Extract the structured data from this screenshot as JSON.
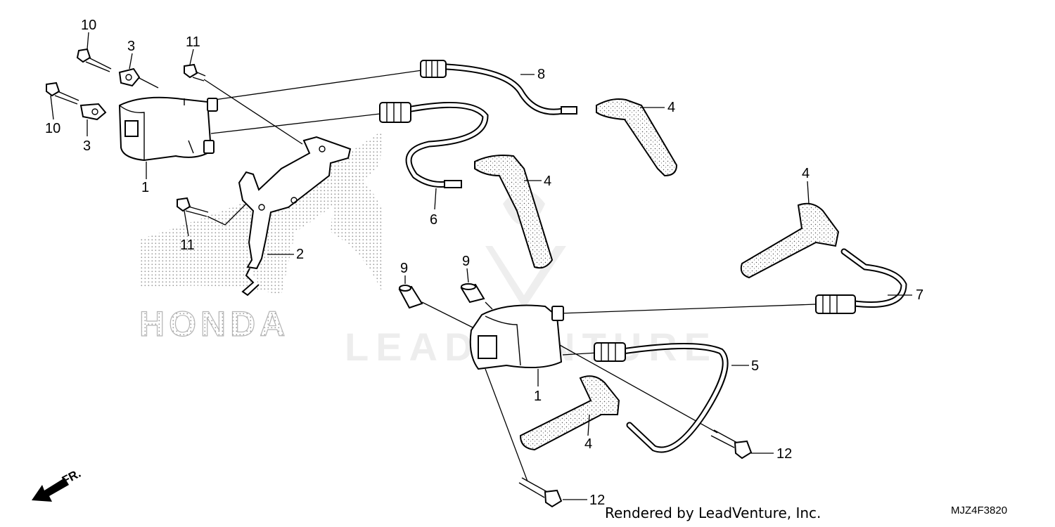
{
  "diagram": {
    "watermark_logo": "HONDA",
    "watermark_brand": "LEADVENTURE",
    "front_indicator": "FR.",
    "callouts": {
      "c10a": "10",
      "c10b": "10",
      "c3a": "3",
      "c3b": "3",
      "c11a": "11",
      "c11b": "11",
      "c1a": "1",
      "c1b": "1",
      "c2": "2",
      "c8": "8",
      "c6": "6",
      "c4a": "4",
      "c4b": "4",
      "c4c": "4",
      "c4d": "4",
      "c9a": "9",
      "c9b": "9",
      "c7": "7",
      "c5": "5",
      "c12a": "12",
      "c12b": "12"
    }
  },
  "footer": {
    "rendered_by": "Rendered by LeadVenture, Inc.",
    "diagram_code": "MJZ4F3820"
  }
}
